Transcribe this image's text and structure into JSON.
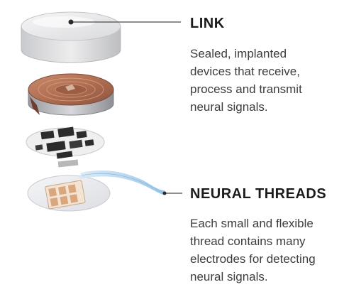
{
  "link": {
    "title": "LINK",
    "description_lines": [
      "Sealed, implanted",
      "devices that receive,",
      "process and transmit",
      "neural signals."
    ]
  },
  "neural_threads": {
    "title": "NEURAL THREADS",
    "description_lines": [
      "Each small and flexible",
      "thread contains many",
      "electrodes for detecting",
      "neural signals."
    ]
  },
  "colors": {
    "title": "#1b1b1b",
    "text": "#3d3d3d",
    "leader_line": "#4a4a4a",
    "copper": "#b7785a",
    "pcb": "#2c2c2c",
    "thread": "#9ec9ea"
  }
}
